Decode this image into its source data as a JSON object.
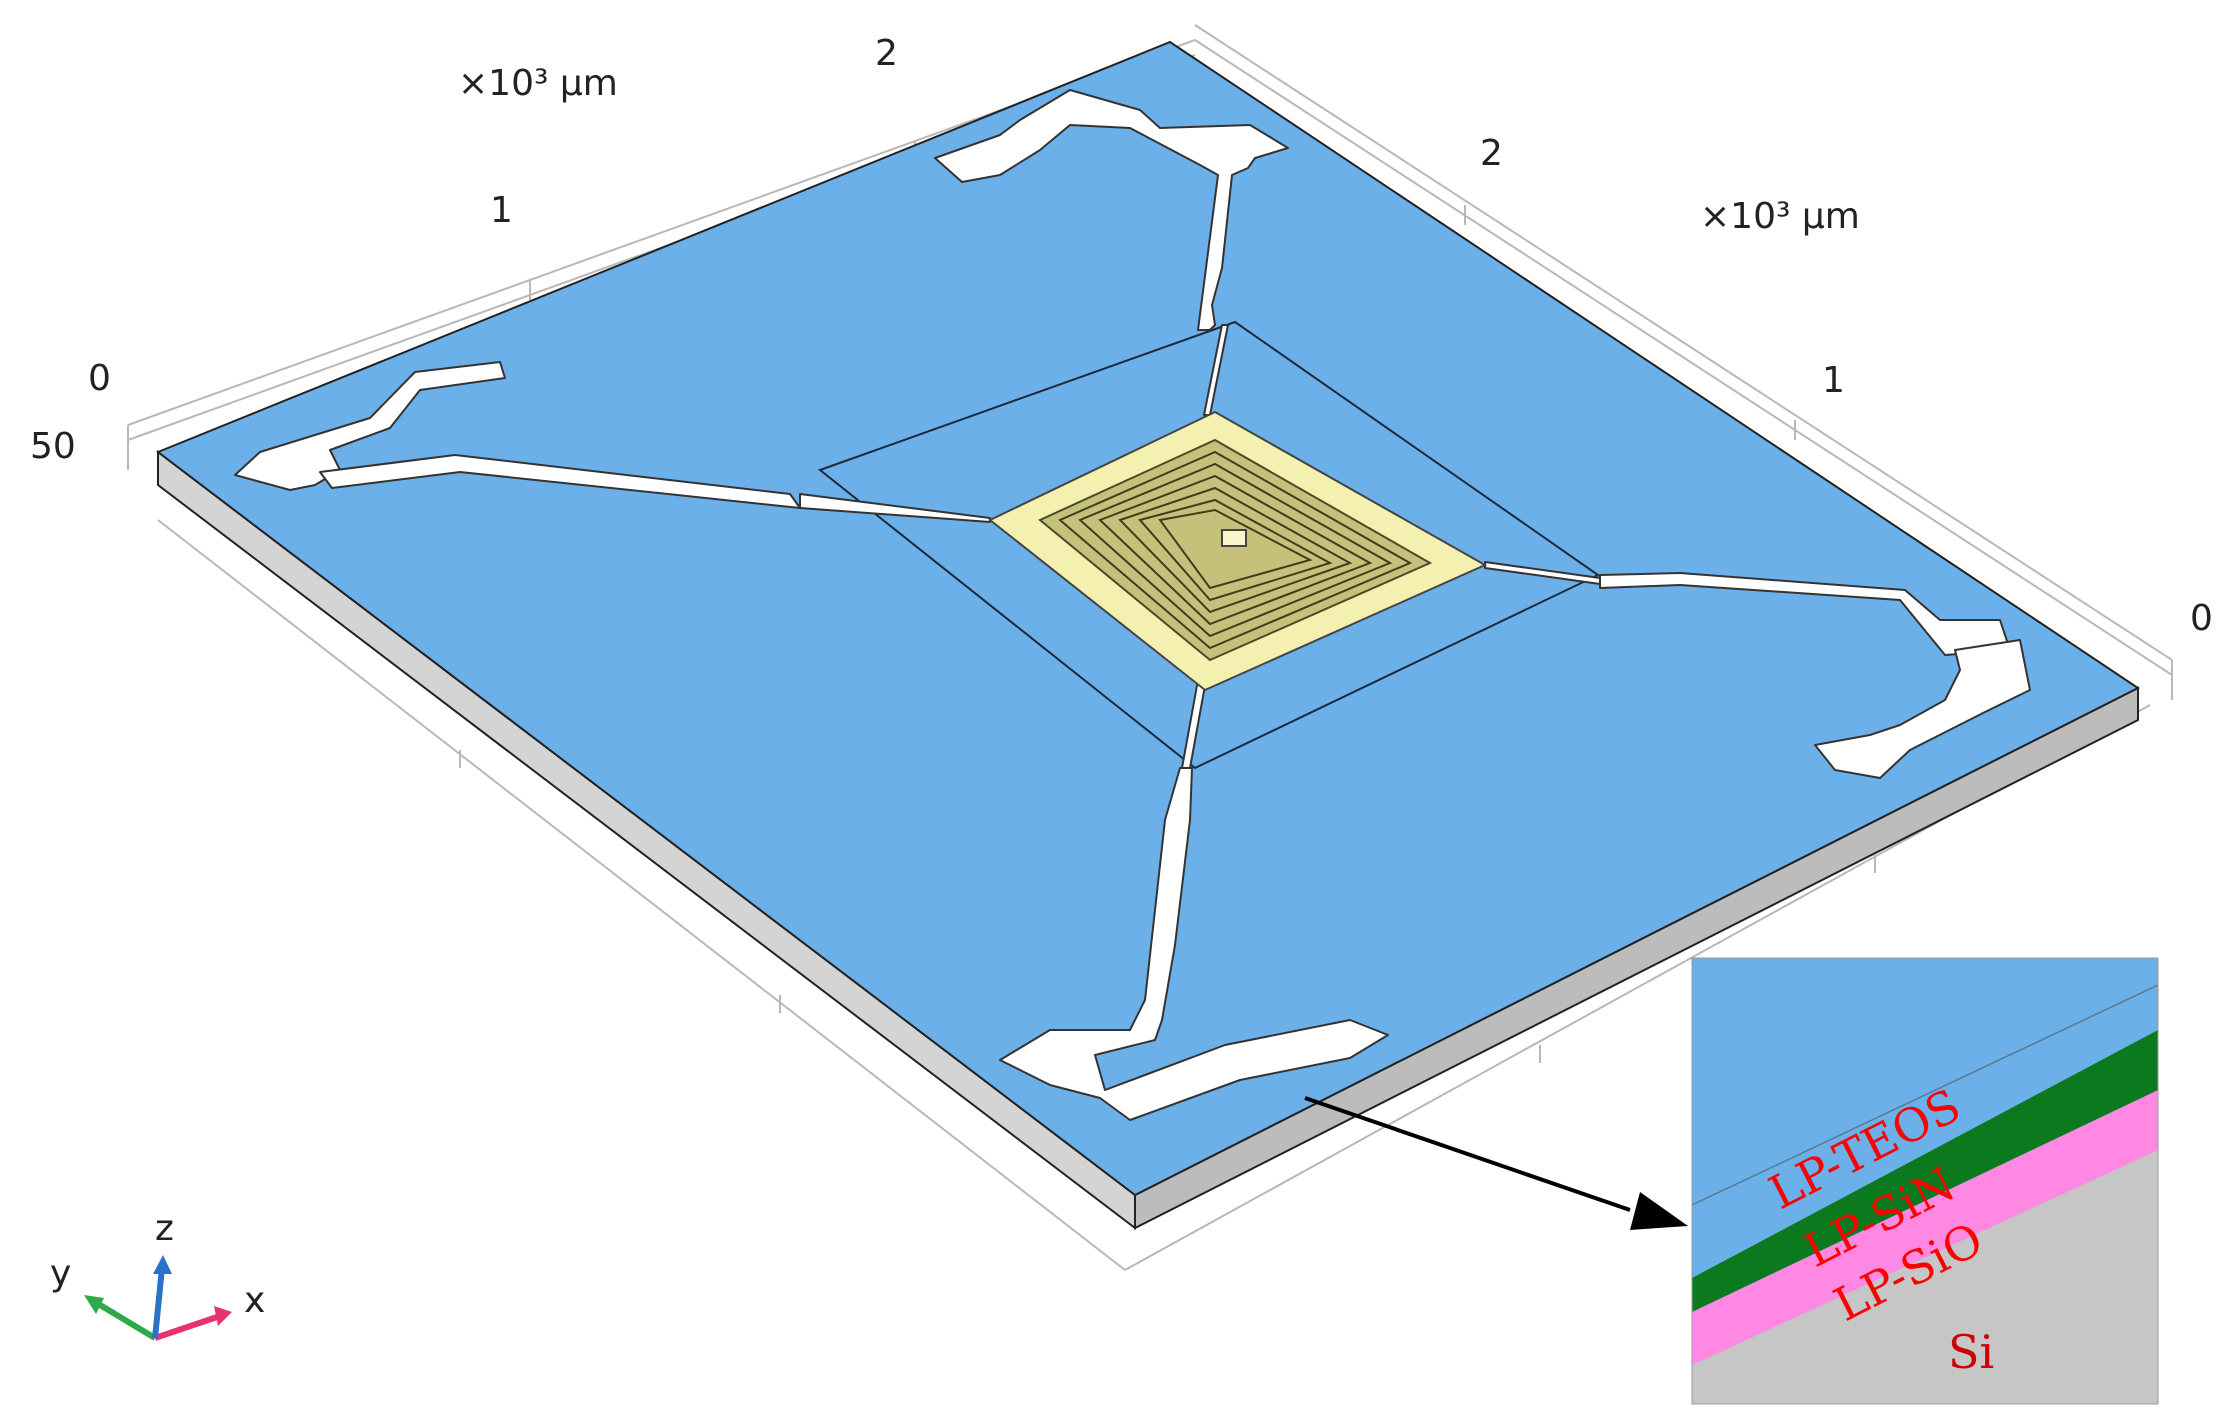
{
  "axes": {
    "x_unit": "×10³ µm",
    "y_unit": "×10³ µm",
    "x_ticks": [
      "0",
      "1",
      "2"
    ],
    "y_ticks": [
      "0",
      "1",
      "2"
    ],
    "z_tick": "50"
  },
  "triad": {
    "x": "x",
    "y": "y",
    "z": "z"
  },
  "inset": {
    "layers": [
      "LP-TEOS",
      "LP-SiN",
      "LP-SiO",
      "Si"
    ]
  },
  "colors": {
    "top_layer": "#6cb0ea",
    "substrate_side": "#d6d6d6",
    "electrodes": "#ffffff",
    "heater": "#f3f0b0",
    "sin_layer": "#0b7a1e",
    "sio_layer": "#ff88e2",
    "si_layer": "#c6c6c6",
    "label_red": "#ff0000"
  }
}
